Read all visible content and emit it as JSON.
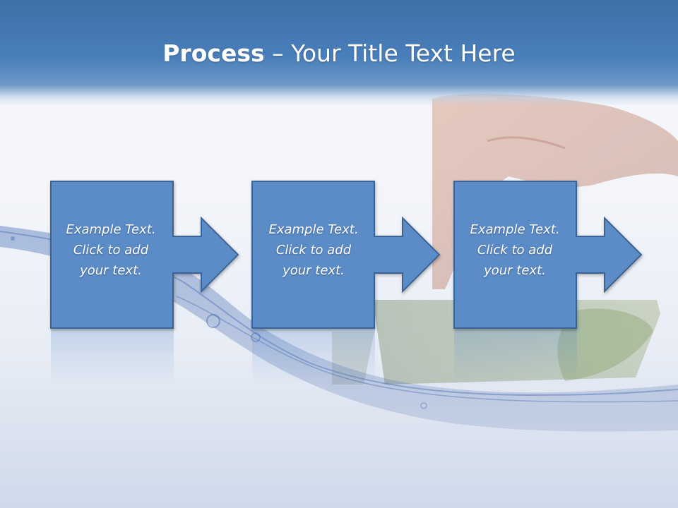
{
  "slide": {
    "title_strong": "Process",
    "title_rest": " – Your Title Text Here"
  },
  "steps": [
    {
      "line1": "Example Text.",
      "line2": "Click  to add",
      "line3": "your text."
    },
    {
      "line1": "Example Text.",
      "line2": "Click  to add",
      "line3": "your text."
    },
    {
      "line1": "Example Text.",
      "line2": "Click  to add",
      "line3": "your text."
    }
  ],
  "colors": {
    "header": "#4a7fbb",
    "box_fill": "#5b8cc8",
    "box_stroke": "#3b6496",
    "text": "#ffffff"
  }
}
